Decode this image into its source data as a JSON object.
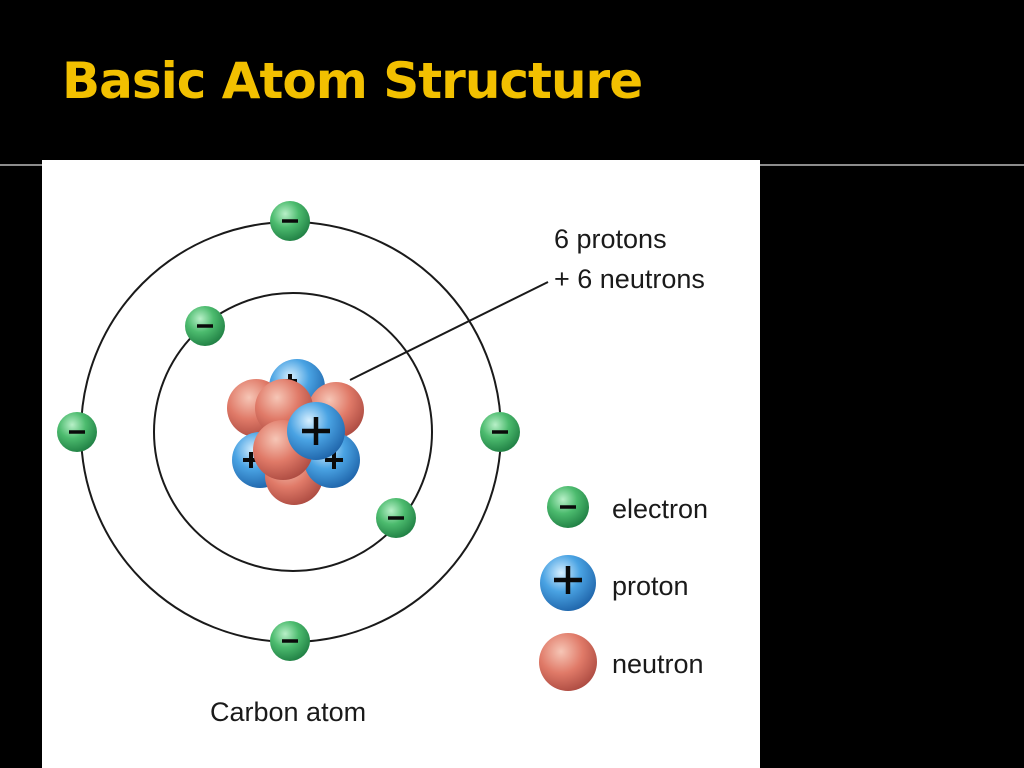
{
  "slide": {
    "title": "Basic Atom Structure"
  },
  "diagram": {
    "caption": "Carbon atom",
    "nucleus_label": {
      "line1": "6 protons",
      "line2": "+ 6 neutrons"
    },
    "legend": [
      {
        "particle": "electron",
        "label": "electron",
        "symbol": "−",
        "color": "#2f9a55"
      },
      {
        "particle": "proton",
        "label": "proton",
        "symbol": "+",
        "color": "#2d86cc"
      },
      {
        "particle": "neutron",
        "label": "neutron",
        "symbol": "",
        "color": "#d9665a"
      }
    ],
    "colors": {
      "title": "#f2c000",
      "background": "#000000",
      "electron": "#2f9a55",
      "proton": "#2d86cc",
      "neutron": "#d9665a"
    },
    "shells": [
      {
        "shell": "inner",
        "electrons": 2
      },
      {
        "shell": "outer",
        "electrons": 4
      }
    ]
  }
}
